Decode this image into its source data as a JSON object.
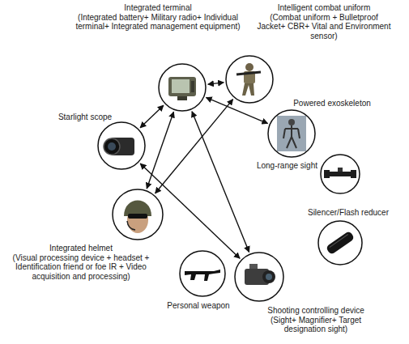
{
  "diagram": {
    "nodes": [
      {
        "text": [
          "Integrated terminal",
          "(Integrated battery+ Military radio+ Individual terminal+ Integrated management equipment)"
        ]
      },
      {
        "text": [
          "Intelligent combat uniform",
          "(Combat uniform + Bulletproof Jacket+ CBR+ Vital and Environment sensor)"
        ]
      },
      {
        "text": [
          "Starlight scope"
        ]
      },
      {
        "text": [
          "Powered exoskeleton"
        ]
      },
      {
        "text": [
          "Long-range sight"
        ]
      },
      {
        "text": [
          "Silencer/Flash reducer"
        ]
      },
      {
        "text": [
          "Integrated helmet",
          "(Visual processing device + headset + Identification friend or foe IR + Video acquisition and processing)"
        ]
      },
      {
        "text": [
          "Personal weapon"
        ]
      },
      {
        "text": [
          "Shooting controlling device",
          "(Sight+ Magnifier+ Target designation sight)"
        ]
      }
    ],
    "edges": [
      {
        "from": 0,
        "to": 1,
        "arrow": "both"
      },
      {
        "from": 0,
        "to": 2,
        "arrow": "both"
      },
      {
        "from": 0,
        "to": 3,
        "arrow": "both"
      },
      {
        "from": 0,
        "to": 6,
        "arrow": "both"
      },
      {
        "from": 0,
        "to": 8,
        "arrow": "both"
      },
      {
        "from": 1,
        "to": 6,
        "arrow": "both"
      },
      {
        "from": 2,
        "to": 8,
        "arrow": "both"
      }
    ]
  }
}
